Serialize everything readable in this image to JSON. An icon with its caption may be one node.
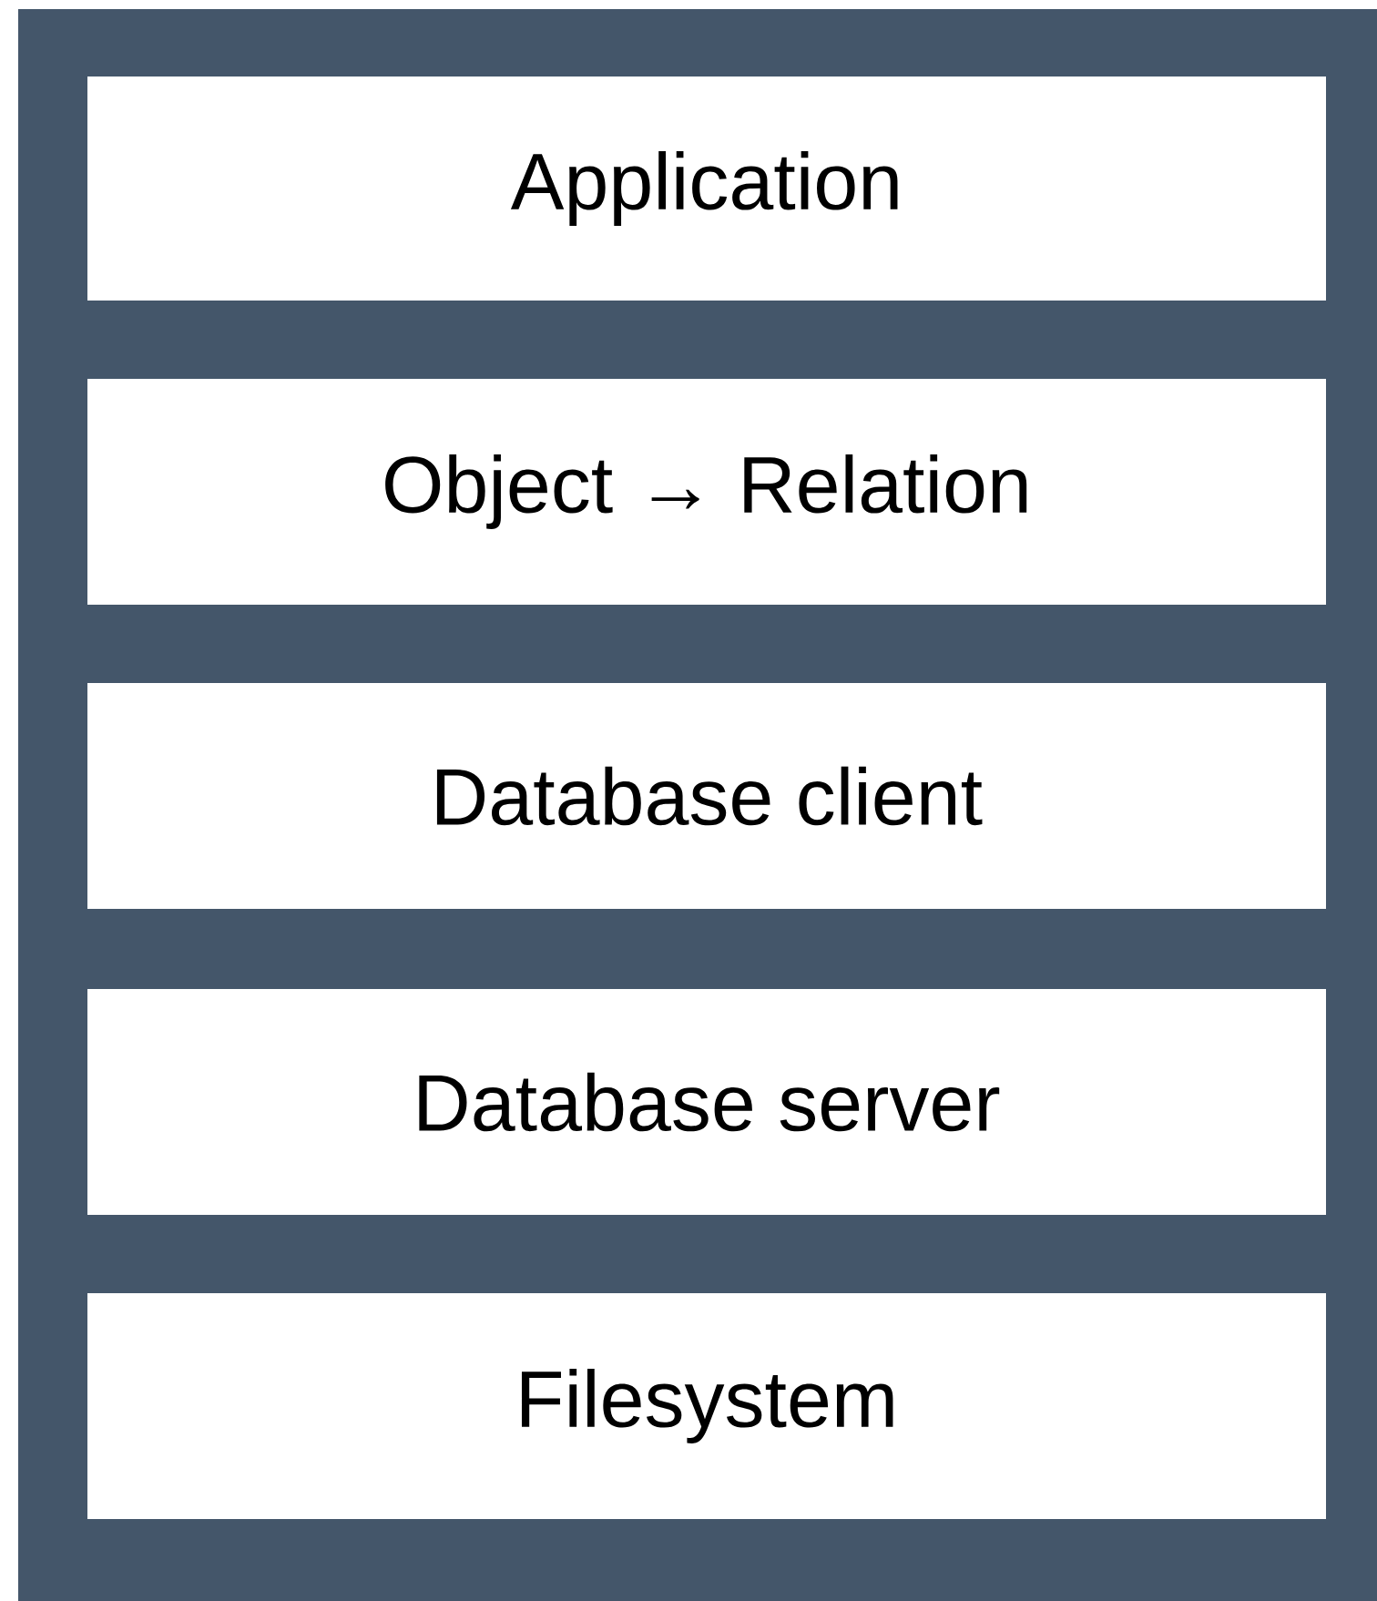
{
  "diagram": {
    "nodes": [
      {
        "text": [
          "Application"
        ]
      },
      {
        "text": [
          "Object → Relation"
        ]
      },
      {
        "text": [
          "Database client"
        ]
      },
      {
        "text": [
          "Database server"
        ]
      },
      {
        "text": [
          "Filesystem"
        ]
      }
    ]
  }
}
